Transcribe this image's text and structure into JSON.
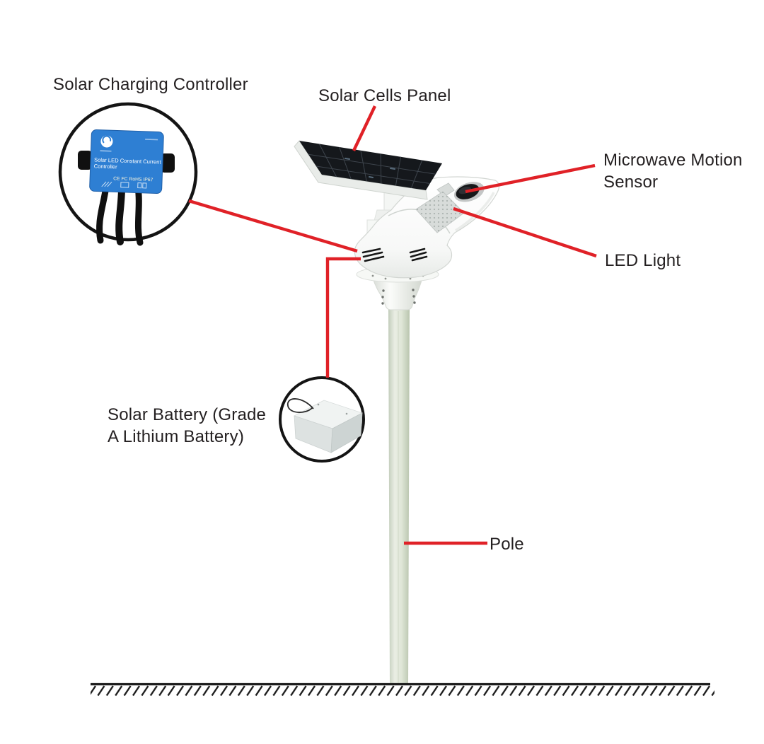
{
  "diagram": {
    "labels": {
      "solar_charging_controller": "Solar Charging Controller",
      "solar_cells_panel": "Solar Cells Panel",
      "microwave_motion_sensor": "Microwave Motion\nSensor",
      "led_light": "LED Light",
      "solar_battery": "Solar Battery (Grade\nA Lithium Battery)",
      "pole": "Pole"
    },
    "controller_device": {
      "title_line1": "Solar LED Constant Current",
      "title_line2": "Controller",
      "certifications": "CE FC RoHS IP67"
    },
    "colors": {
      "callout_red": "#e02127",
      "label_text": "#231f20",
      "controller_blue": "#2e7fd3",
      "panel_dark": "#15181c",
      "pole_sage": "#dde4d4",
      "outline_black": "#141414"
    }
  }
}
